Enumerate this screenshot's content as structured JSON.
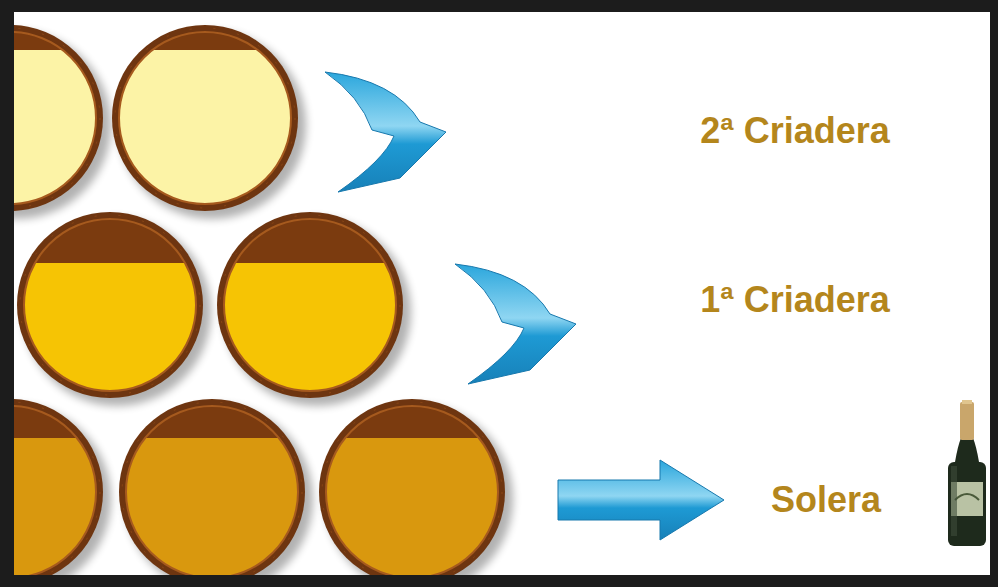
{
  "diagram": {
    "labels": [
      "2ª Criadera",
      "1ª Criadera",
      "Solera"
    ]
  }
}
